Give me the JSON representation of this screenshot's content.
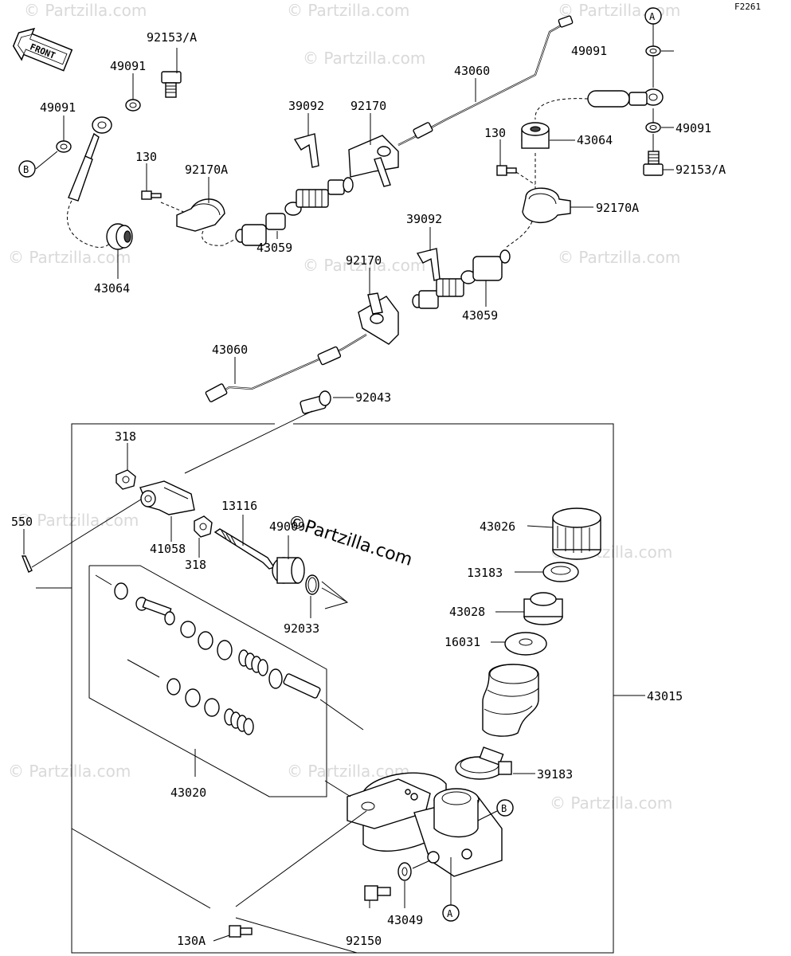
{
  "diagram_code": "F2261",
  "front_label": "FRONT",
  "watermark_main": "©Partzilla.com",
  "watermark_text": "© Partzilla.com",
  "labels": [
    {
      "id": "92153A-left",
      "text": "92153/A"
    },
    {
      "id": "49091-l1",
      "text": "49091"
    },
    {
      "id": "49091-l2",
      "text": "49091"
    },
    {
      "id": "130-l",
      "text": "130"
    },
    {
      "id": "92170A-l",
      "text": "92170A"
    },
    {
      "id": "43064-l",
      "text": "43064"
    },
    {
      "id": "39092-t",
      "text": "39092"
    },
    {
      "id": "92170-t",
      "text": "92170"
    },
    {
      "id": "43059-t",
      "text": "43059"
    },
    {
      "id": "43060-t",
      "text": "43060"
    },
    {
      "id": "130-r",
      "text": "130"
    },
    {
      "id": "43064-r",
      "text": "43064"
    },
    {
      "id": "49091-r1",
      "text": "49091"
    },
    {
      "id": "49091-r2",
      "text": "49091"
    },
    {
      "id": "92153A-r",
      "text": "92153/A"
    },
    {
      "id": "92170A-r",
      "text": "92170A"
    },
    {
      "id": "39092-m",
      "text": "39092"
    },
    {
      "id": "92170-m",
      "text": "92170"
    },
    {
      "id": "43059-m",
      "text": "43059"
    },
    {
      "id": "43060-m",
      "text": "43060"
    },
    {
      "id": "92043",
      "text": "92043"
    },
    {
      "id": "318-a",
      "text": "318"
    },
    {
      "id": "550",
      "text": "550"
    },
    {
      "id": "41058",
      "text": "41058"
    },
    {
      "id": "318-b",
      "text": "318"
    },
    {
      "id": "13116",
      "text": "13116"
    },
    {
      "id": "49009",
      "text": "49009"
    },
    {
      "id": "92033",
      "text": "92033"
    },
    {
      "id": "43026",
      "text": "43026"
    },
    {
      "id": "13183",
      "text": "13183"
    },
    {
      "id": "43028",
      "text": "43028"
    },
    {
      "id": "16031",
      "text": "16031"
    },
    {
      "id": "43015",
      "text": "43015"
    },
    {
      "id": "39183",
      "text": "39183"
    },
    {
      "id": "43020",
      "text": "43020"
    },
    {
      "id": "43049",
      "text": "43049"
    },
    {
      "id": "92150",
      "text": "92150"
    },
    {
      "id": "130A",
      "text": "130A"
    }
  ],
  "callouts": {
    "A_top": "A",
    "B_left": "B",
    "B_cyl": "B",
    "A_bottom": "A"
  }
}
